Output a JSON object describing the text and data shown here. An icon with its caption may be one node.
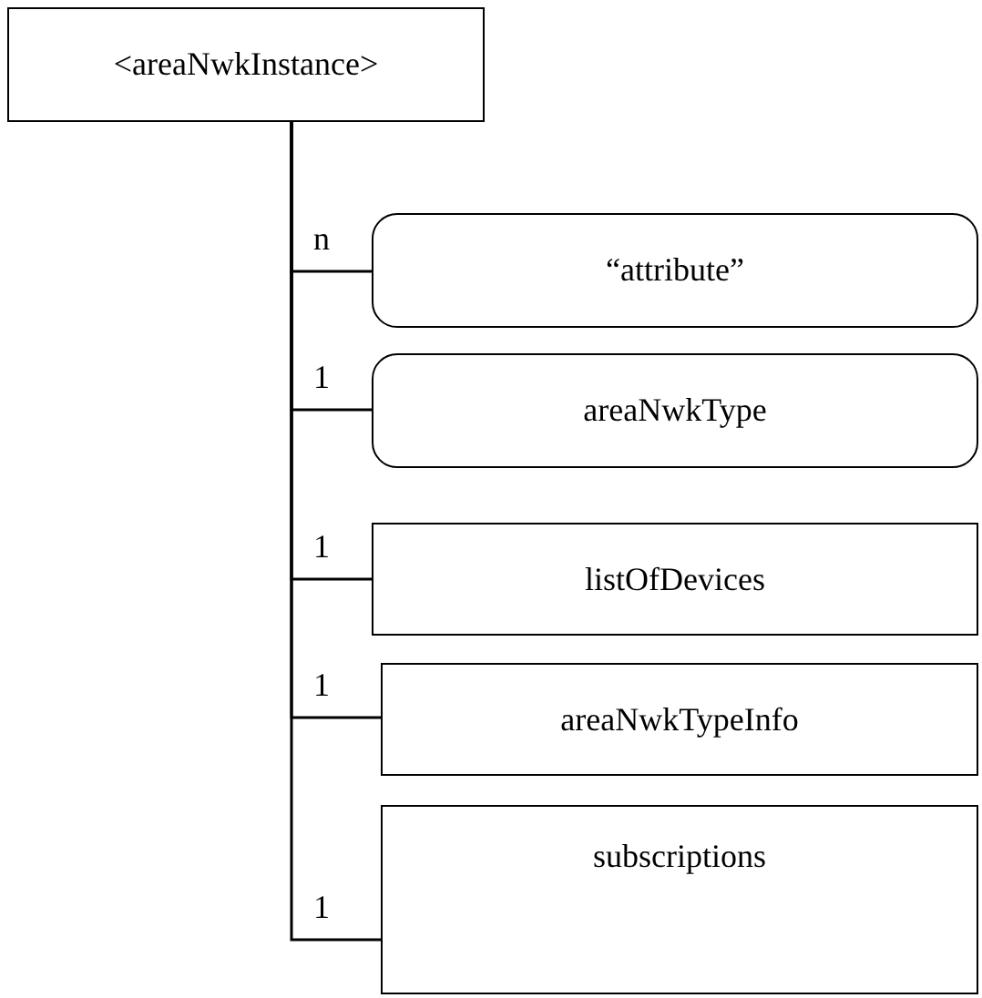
{
  "diagram": {
    "nodes": [
      {
        "text": [
          "<areaNwkInstance>"
        ]
      },
      {
        "text": [
          "“attribute”"
        ]
      },
      {
        "text": [
          "areaNwkType"
        ]
      },
      {
        "text": [
          "listOfDevices"
        ]
      },
      {
        "text": [
          "areaNwkTypeInfo"
        ]
      },
      {
        "text": [
          "subscriptions"
        ]
      }
    ],
    "edges": [
      {
        "from": 0,
        "to": 1,
        "arrow": "none",
        "label": "n"
      },
      {
        "from": 0,
        "to": 2,
        "arrow": "none",
        "label": "1"
      },
      {
        "from": 0,
        "to": 3,
        "arrow": "none",
        "label": "1"
      },
      {
        "from": 0,
        "to": 4,
        "arrow": "none",
        "label": "1"
      },
      {
        "from": 0,
        "to": 5,
        "arrow": "none",
        "label": "1"
      }
    ]
  }
}
